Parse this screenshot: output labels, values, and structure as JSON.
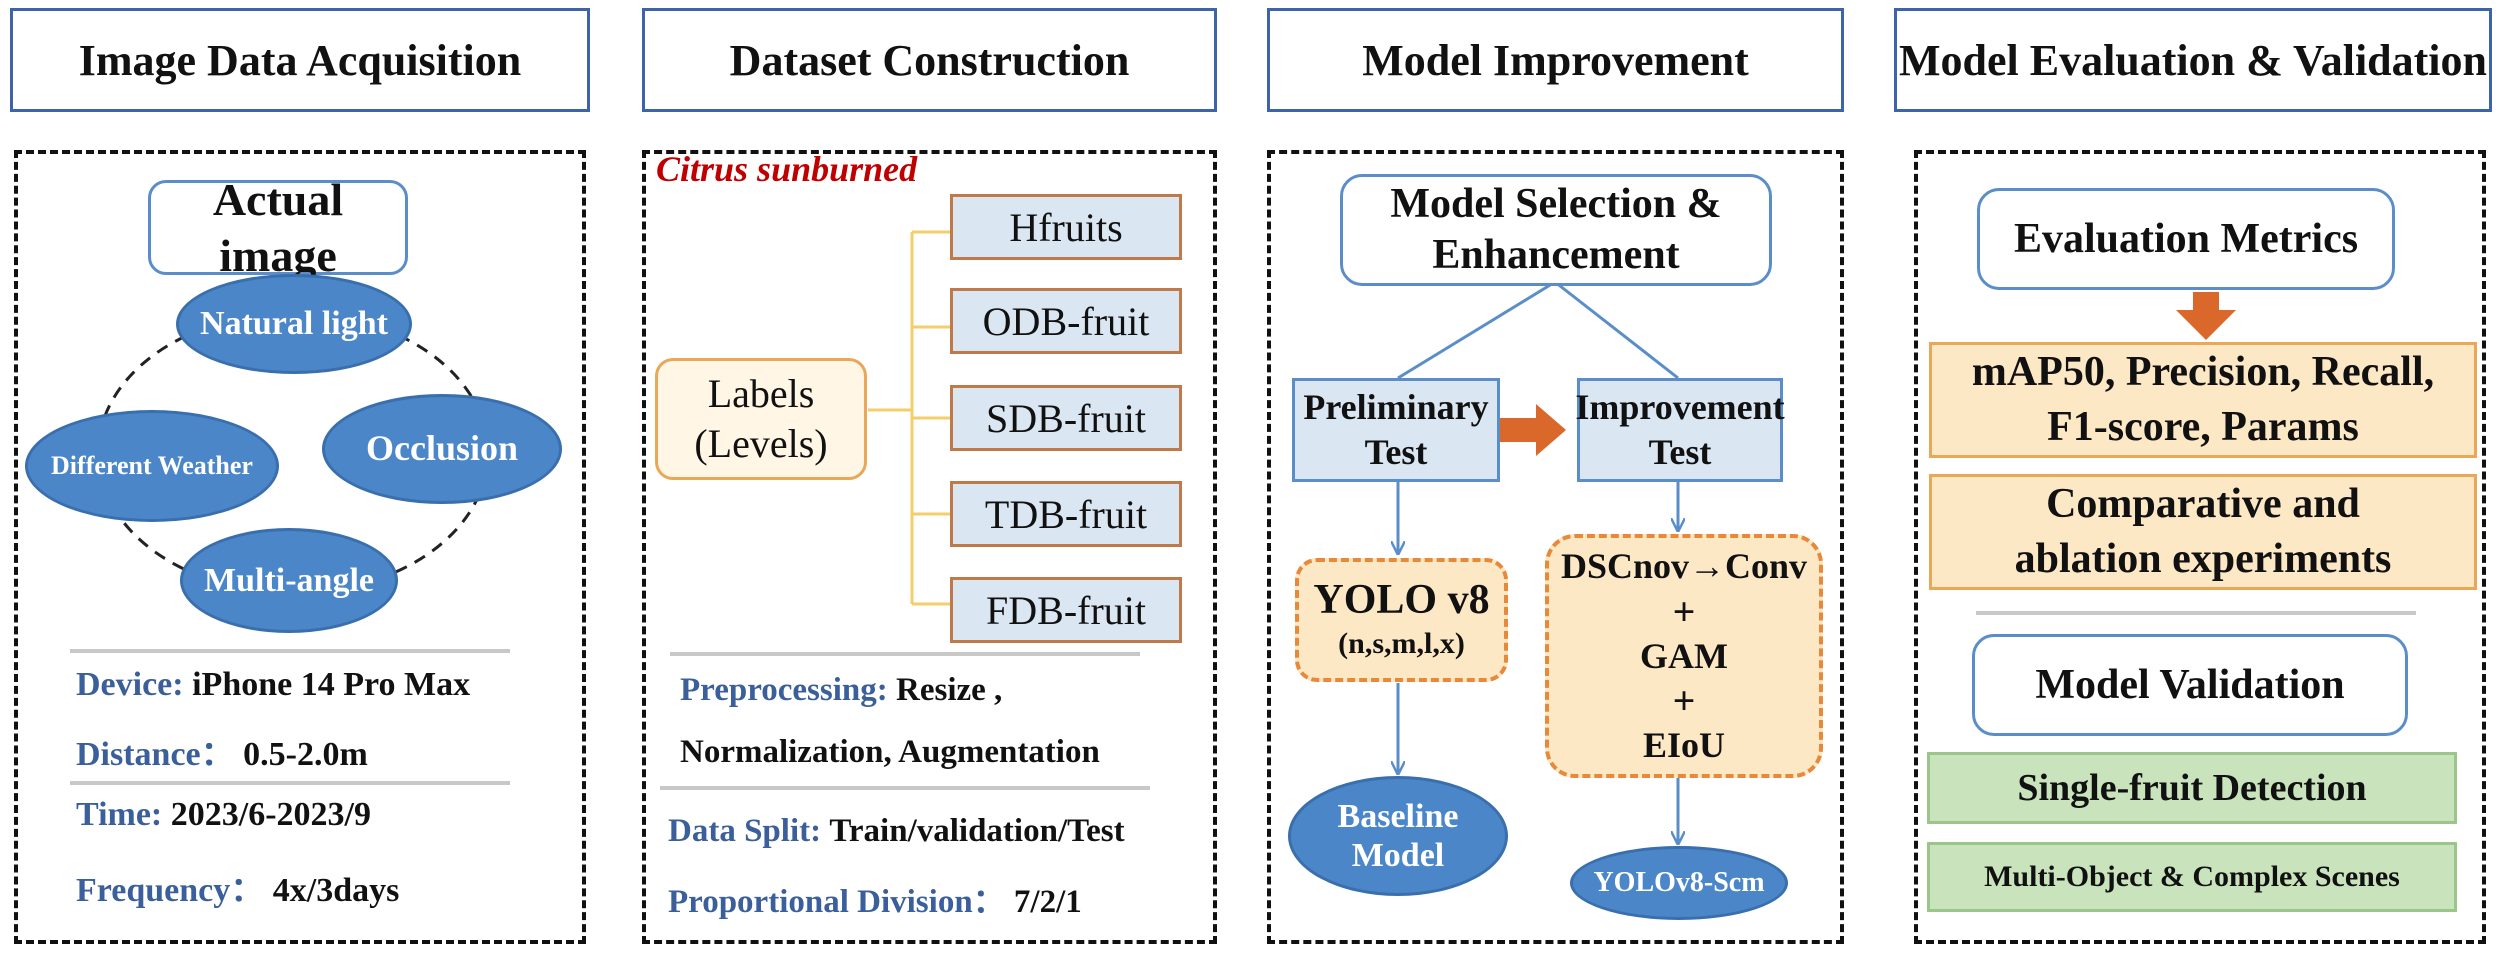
{
  "headers": {
    "col1": "Image Data Acquisition",
    "col2": "Dataset Construction",
    "col3": "Model Improvement",
    "col4": "Model Evaluation & Validation"
  },
  "col1": {
    "actual_image": "Actual image",
    "natural_light": "Natural light",
    "different_weather": "Different Weather",
    "occlusion": "Occlusion",
    "multi_angle": "Multi-angle",
    "device_label": "Device:",
    "device_value": "iPhone 14 Pro Max",
    "distance_label": "Distance：",
    "distance_value": "0.5-2.0m",
    "time_label": "Time:",
    "time_value": "2023/6-2023/9",
    "frequency_label": "Frequency：",
    "frequency_value": "4x/3days"
  },
  "col2": {
    "title": "Citrus sunburned",
    "labels_line1": "Labels",
    "labels_line2": "(Levels)",
    "levels": [
      "Hfruits",
      "ODB-fruit",
      "SDB-fruit",
      "TDB-fruit",
      "FDB-fruit"
    ],
    "preprocessing_label": "Preprocessing:",
    "preprocessing_value": "Resize ,",
    "preprocessing_value2": "Normalization, Augmentation",
    "split_label": "Data Split:",
    "split_value": "Train/validation/Test",
    "division_label": "Proportional Division：",
    "division_value": "7/2/1"
  },
  "col3": {
    "selection_line1": "Model Selection &",
    "selection_line2": "Enhancement",
    "preliminary_line1": "Preliminary",
    "preliminary_line2": "Test",
    "improvement_line1": "Improvement",
    "improvement_line2": "Test",
    "yolo_title": "YOLO v8",
    "yolo_variants": "(n,s,m,l,x)",
    "mod_dsc": "DSCnov→Conv",
    "mod_plus1": "+",
    "mod_gam": "GAM",
    "mod_plus2": "+",
    "mod_eiou": "EIoU",
    "baseline_line1": "Baseline",
    "baseline_line2": "Model",
    "yolo_scm": "YOLOv8-Scm"
  },
  "col4": {
    "metrics_title": "Evaluation Metrics",
    "metrics_line1": "mAP50, Precision, Recall,",
    "metrics_line2": "F1-score, Params",
    "comparative_line1": "Comparative and",
    "comparative_line2": "ablation experiments",
    "validation_title": "Model Validation",
    "single_fruit": "Single-fruit Detection",
    "multi_object": "Multi-Object & Complex Scenes"
  },
  "colors": {
    "header_border": "#3d64a8",
    "ellipse_fill": "#4a86c8",
    "label_blue": "#3a5f9a",
    "citrus_red": "#c00000",
    "arrow_orange": "#d9682a",
    "arrow_blue": "#5b8ec9"
  }
}
